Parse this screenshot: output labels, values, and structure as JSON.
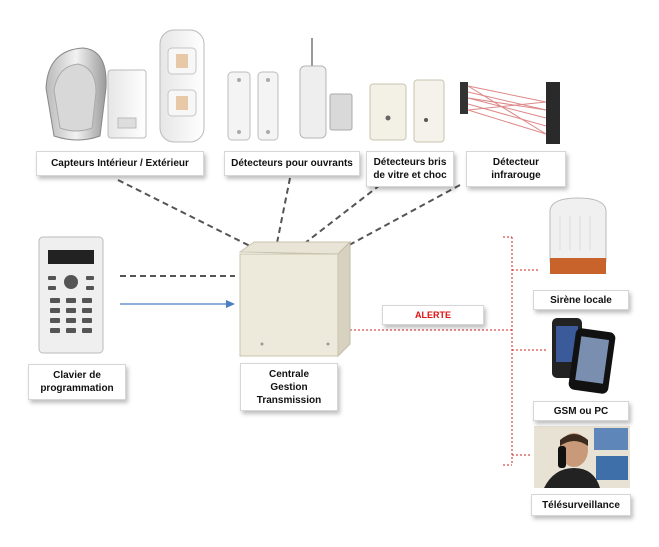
{
  "labels": {
    "capteurs": "Capteurs Intérieur / Extérieur",
    "ouvrants": "Détecteurs pour ouvrants",
    "bris": "Détecteurs bris\nde vitre et choc",
    "infrarouge": "Détecteur\ninfrarouge",
    "clavier": "Clavier de\nprogrammation",
    "centrale": "Centrale\nGestion\nTransmission",
    "alerte": "ALERTE",
    "sirene": "Sirène locale",
    "gsm": "GSM ou PC",
    "telesurveillance": "Télésurveillance"
  },
  "colors": {
    "dashed_link": "#555555",
    "arrow": "#4a7fc0",
    "alert_line": "#cc2222"
  }
}
